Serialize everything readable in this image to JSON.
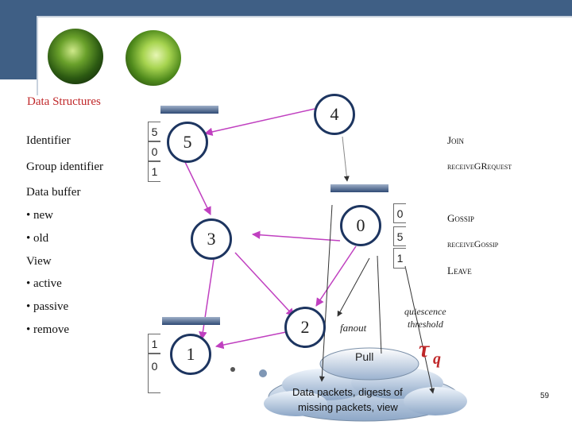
{
  "data_structures": {
    "title": "Data Structures",
    "identifier": "Identifier",
    "group_identifier": "Group identifier",
    "data_buffer": "Data buffer",
    "new": "• new",
    "old": "• old",
    "view": "View",
    "active": "• active",
    "passive": "• passive",
    "remove": "• remove"
  },
  "nodes": {
    "n4": "4",
    "n5": "5",
    "n3": "3",
    "n0": "0",
    "n2": "2",
    "n1": "1"
  },
  "buffers": {
    "top": [
      "5",
      "0",
      "1"
    ],
    "right": [
      "0",
      "5",
      "1"
    ],
    "bottom": [
      "1",
      "0"
    ]
  },
  "messages": {
    "join": "Join",
    "receive_group_request": "receiveGRequest",
    "gossip": "Gossip",
    "receive_gossip": "receiveGossip",
    "leave": "Leave"
  },
  "labels": {
    "fanout": "fanout",
    "quiescence": "quiescence",
    "threshold": "threshold",
    "tau": "τ",
    "tau_sub": "q",
    "pull": "Pull",
    "cloud_line1": "Data packets, digests of",
    "cloud_line2": "missing packets, view"
  },
  "page_number": "59",
  "colors": {
    "header": "#3f5f85",
    "node_border": "#1d3560",
    "arrow": "#c040c0",
    "accent_text": "#c0282a"
  }
}
